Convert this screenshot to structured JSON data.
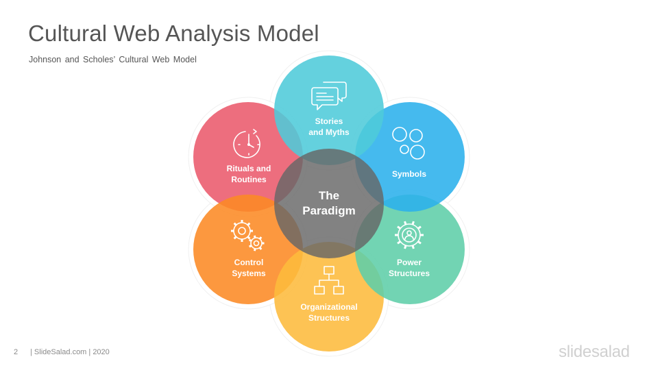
{
  "header": {
    "title": "Cultural Web Analysis Model",
    "subtitle": "Johnson  and  Scholes’ Cultural  Web  Model"
  },
  "diagram": {
    "center": {
      "line1": "The",
      "line2": "Paradigm"
    },
    "nodes": [
      {
        "id": "stories",
        "line1": "Stories",
        "line2": "and Myths",
        "color": "#4ECBD9",
        "icon": "chat-bubbles-icon"
      },
      {
        "id": "symbols",
        "line1": "Symbols",
        "line2": "",
        "color": "#2BB1EC",
        "icon": "circles-icon"
      },
      {
        "id": "power",
        "line1": "Power",
        "line2": "Structures",
        "color": "#5FCEA8",
        "icon": "person-gear-icon"
      },
      {
        "id": "organizational",
        "line1": "Organizational",
        "line2": "Structures",
        "color": "#FDBB3C",
        "icon": "org-chart-icon"
      },
      {
        "id": "control",
        "line1": "Control",
        "line2": "Systems",
        "color": "#FC8A24",
        "icon": "gears-icon"
      },
      {
        "id": "rituals",
        "line1": "Rituals and",
        "line2": "Routines",
        "color": "#EA5A6C",
        "icon": "stopwatch-icon"
      }
    ],
    "center_color": "#666666"
  },
  "footer": {
    "page": "2",
    "text": "|  SlideSalad.com  |  2020",
    "logo": "slidesalad"
  }
}
